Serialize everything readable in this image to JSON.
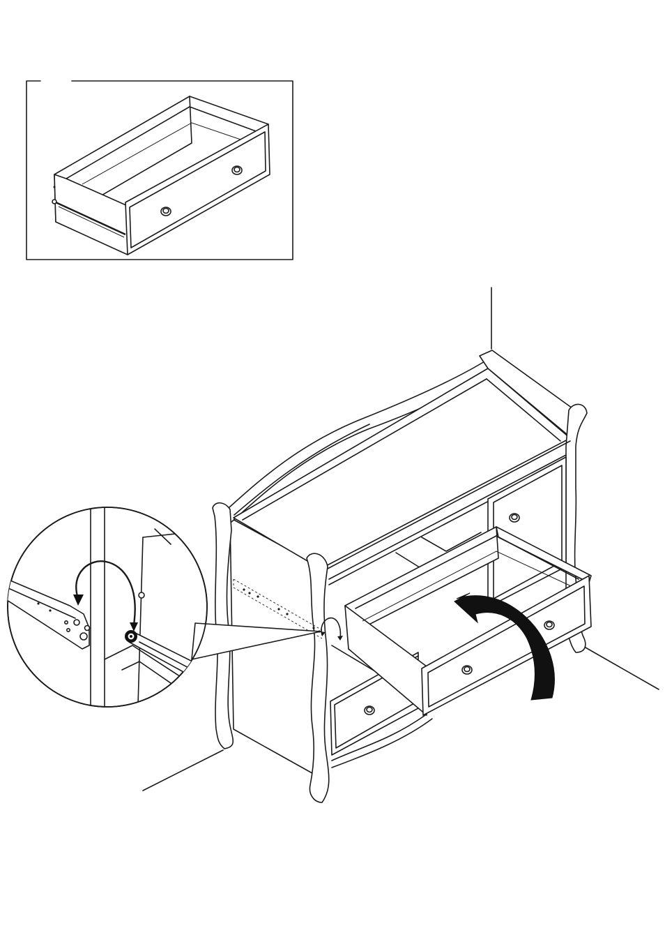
{
  "figure": {
    "inset_panel": "drawer-with-slides",
    "main_view": "changing-table-dresser",
    "detail_callout": "drawer-slide-wheel-engagement",
    "icons": [
      "drawer-icon",
      "knob-icon",
      "curved-arrow-icon",
      "rotate-arrow-icon",
      "slide-rail-icon"
    ],
    "line_color": "#1a1a1a",
    "background": "#ffffff"
  }
}
